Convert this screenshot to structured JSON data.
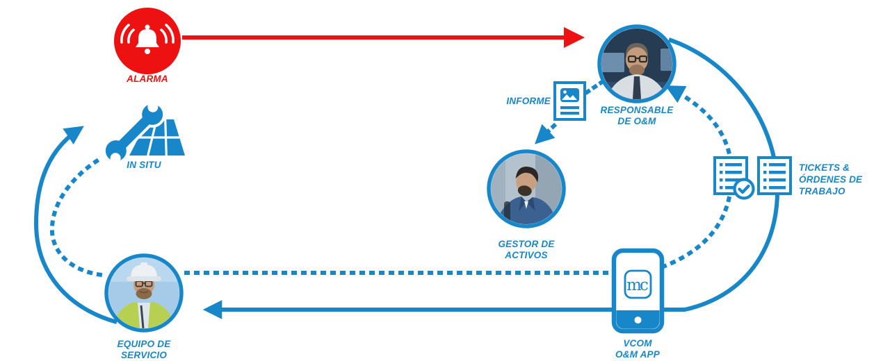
{
  "colors": {
    "blue": "#1787c9",
    "red": "#ee1111"
  },
  "icons": {
    "alarma": "bell-icon",
    "informe": "document-image-icon",
    "tickets_done": "checklist-check-icon",
    "tickets": "checklist-icon",
    "vcom": "smartphone-icon",
    "insitu": "wrench-solar-panel-icon"
  },
  "nodes": {
    "alarma": {
      "label": "ALARMA"
    },
    "responsable": {
      "line1": "RESPONSABLE",
      "line2": "DE O&M"
    },
    "informe": {
      "label": "INFORME"
    },
    "gestor": {
      "line1": "GESTOR DE",
      "line2": "ACTIVOS"
    },
    "tickets": {
      "line1": "TICKETS &",
      "line2": "ÓRDENES DE",
      "line3": "TRABAJO"
    },
    "vcom": {
      "logo": "mc",
      "line1": "VCOM",
      "line2": "O&M APP"
    },
    "equipo": {
      "line1": "EQUIPO DE",
      "line2": "SERVICIO"
    },
    "insitu": {
      "label": "IN SITU"
    }
  }
}
